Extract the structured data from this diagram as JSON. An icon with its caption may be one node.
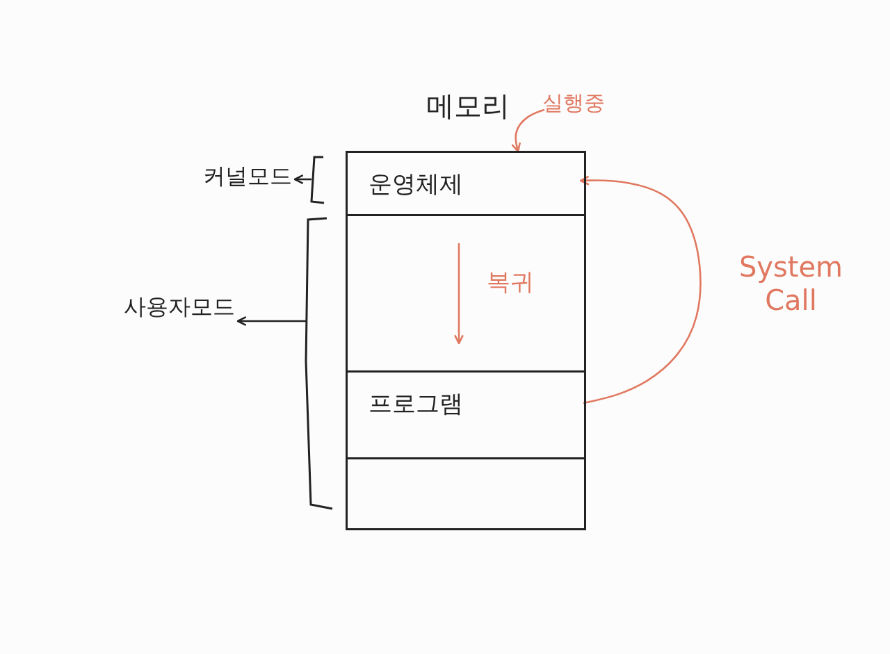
{
  "diagram": {
    "nodes": [
      {
        "text": [
          "메모리"
        ]
      },
      {
        "text": [
          "운영체제"
        ],
        "in": 0
      },
      {
        "text": [],
        "shape": "box",
        "in": 0
      },
      {
        "text": [
          "프로그램"
        ],
        "in": 0
      },
      {
        "text": [],
        "shape": "box",
        "in": 0
      },
      {
        "text": [
          "커널모드"
        ]
      },
      {
        "text": [
          "사용자모드"
        ]
      },
      {
        "text": [
          "실행중"
        ]
      },
      {
        "text": [],
        "shape": "bracket"
      },
      {
        "text": [],
        "shape": "bracket"
      }
    ],
    "edges": [
      {
        "from": 8,
        "to": 5,
        "arrow": "to",
        "color": "#222222"
      },
      {
        "from": 9,
        "to": 6,
        "arrow": "to",
        "color": "#222222"
      },
      {
        "from": 7,
        "to": 1,
        "arrow": "to",
        "color": "#e07860"
      },
      {
        "from": 3,
        "to": 1,
        "arrow": "to",
        "label": "System Call",
        "color": "#e07860"
      }
    ],
    "labels": [
      "복귀"
    ]
  }
}
